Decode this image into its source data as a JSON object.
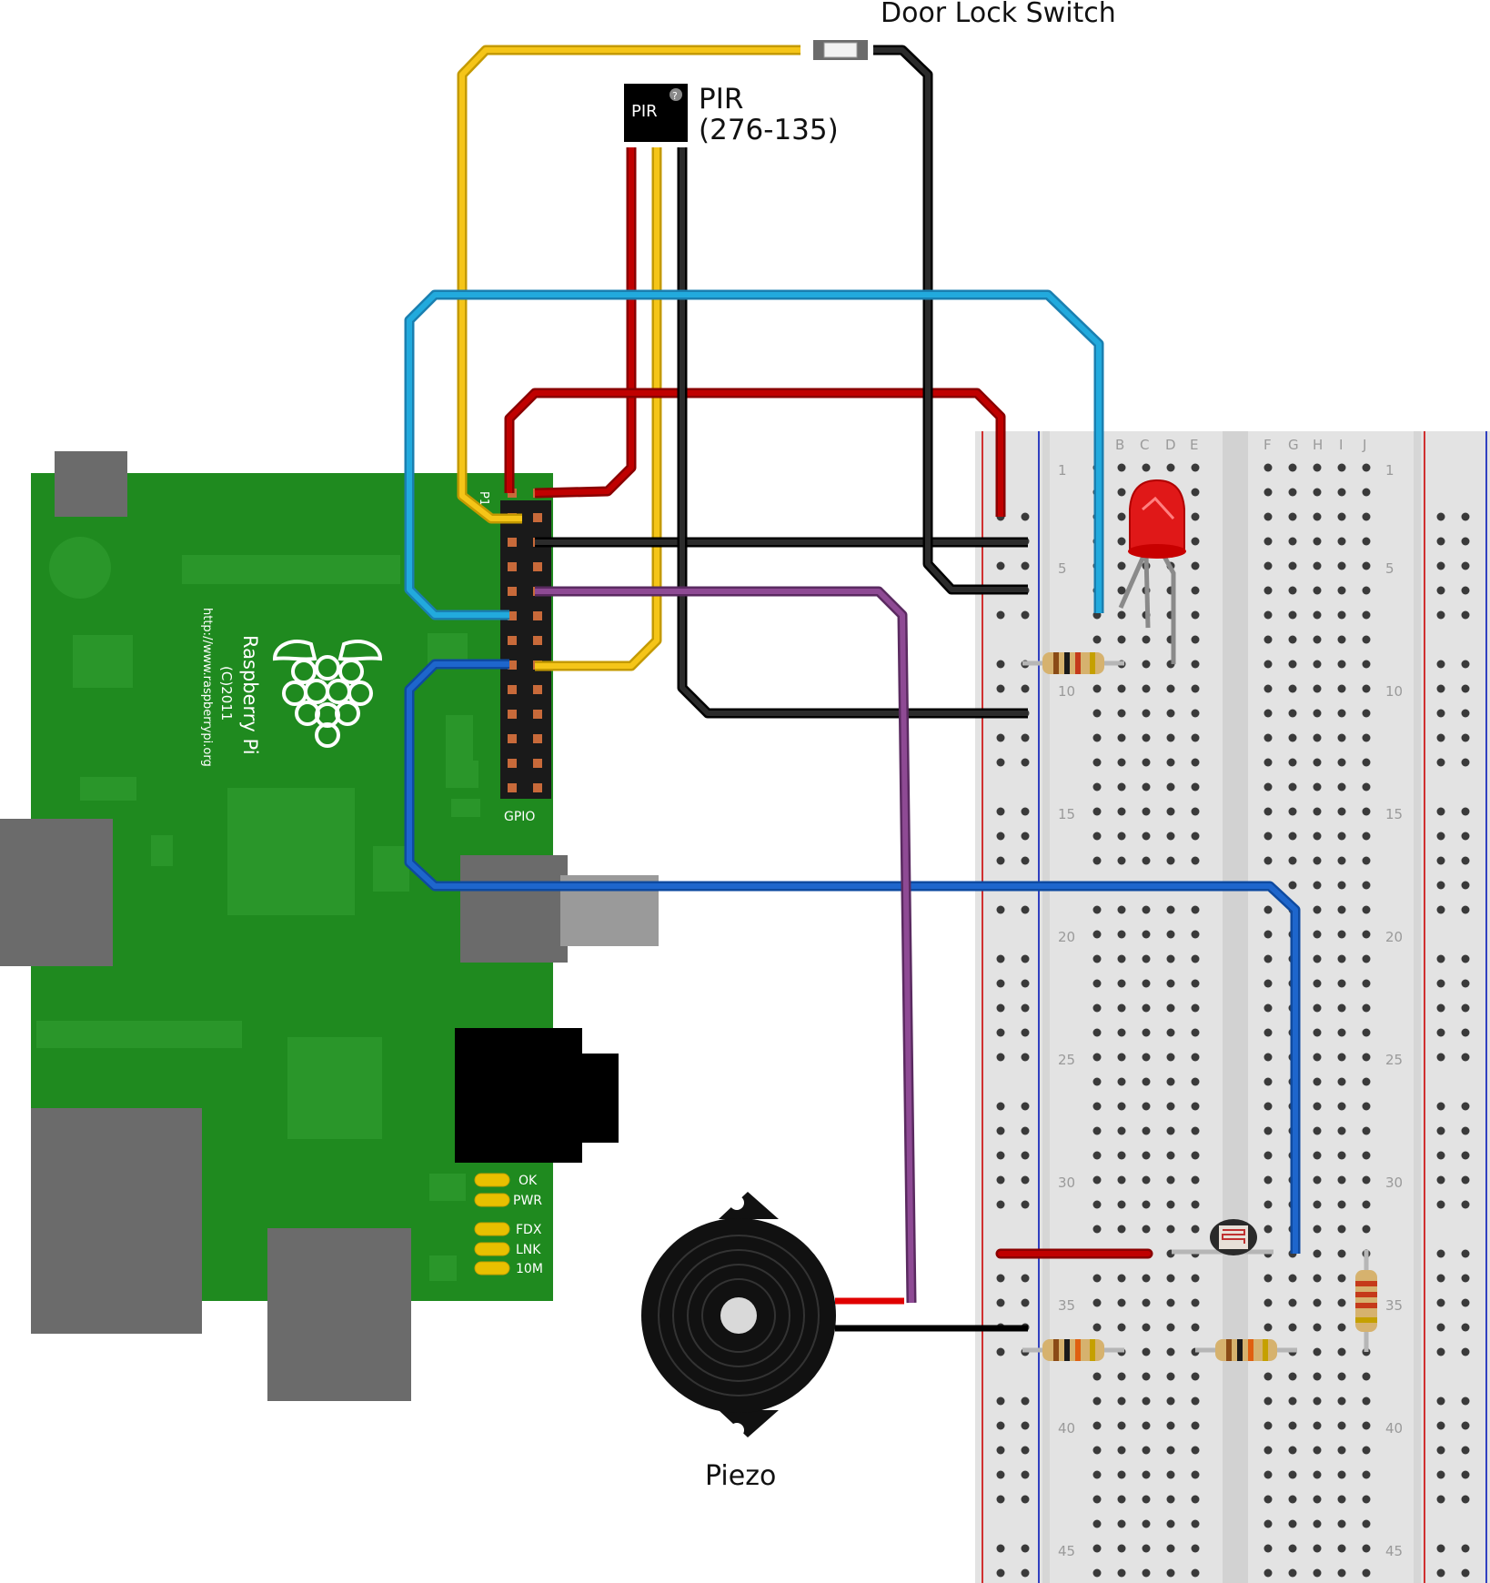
{
  "labels": {
    "door_switch": "Door Lock Switch",
    "pir_chip": "PIR",
    "pir_title": "PIR",
    "pir_part": "(276-135)",
    "piezo": "Piezo"
  },
  "pi": {
    "header": "P1",
    "gpio": "GPIO",
    "brand": "Raspberry Pi",
    "year": "(C)2011",
    "url": "http://www.raspberrypi.org",
    "leds": [
      "OK",
      "PWR",
      "FDX",
      "LNK",
      "10M"
    ]
  },
  "breadboard": {
    "cols_left": [
      "B",
      "C",
      "D",
      "E"
    ],
    "cols_right": [
      "F",
      "G",
      "H",
      "I",
      "J"
    ],
    "row_numbers": [
      "1",
      "5",
      "10",
      "15",
      "20",
      "25",
      "30",
      "35",
      "40",
      "45"
    ]
  },
  "colors": {
    "pcb": "#1f8a1f",
    "wire_yellow": "#f5c518",
    "wire_red": "#b80000",
    "wire_black": "#1a1a1a",
    "wire_cyan": "#22aadd",
    "wire_blue": "#1e66cc",
    "wire_purple": "#8e4a94"
  }
}
